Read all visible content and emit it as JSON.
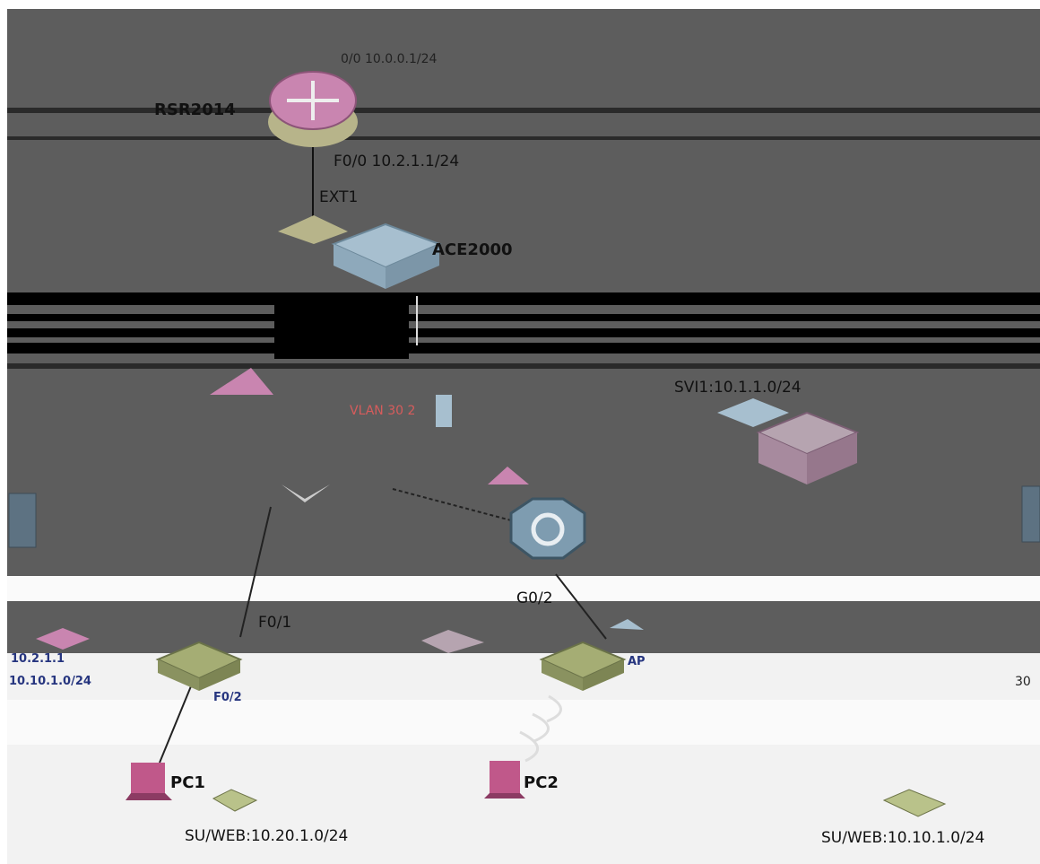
{
  "colors": {
    "background_top": "#5d5d5d",
    "background_bottom": "#f2f2f2",
    "router_body": "#c985b0",
    "router_base": "#b7b48a",
    "ace_body": "#a7bfcf",
    "switch_body": "#a5ad74",
    "core_switch_body": "#b6a4b0",
    "controller_body": "#7e9cb0",
    "pc_body": "#c0588a",
    "link_red": "#d65c5c"
  },
  "nodes": {
    "router": {
      "name": "RSR2014",
      "icon": "router-icon"
    },
    "ace": {
      "name": "ACE2000",
      "icon": "ace-gateway-icon"
    },
    "switch_left": {
      "name": "",
      "icon": "access-switch-icon"
    },
    "switch_right": {
      "name": "",
      "icon": "access-switch-icon"
    },
    "core": {
      "name": "",
      "icon": "core-switch-icon"
    },
    "controller": {
      "name": "",
      "icon": "wireless-controller-icon"
    },
    "pc1": {
      "name": "PC1",
      "icon": "laptop-icon"
    },
    "pc2": {
      "name": "PC2",
      "icon": "laptop-icon"
    }
  },
  "labels": {
    "router_port": "F0/0 10.2.1.1/24",
    "ace_port": "EXT1",
    "ace_side": "ACE2000",
    "vlan_right": "SVI1:10.1.1.0/24",
    "switch_left_port": "F0/1",
    "controller_port": "G0/2",
    "pc1_label": "PC1",
    "pc2_label": "PC2",
    "su_left": "SU/WEB:10.20.1.0/24",
    "su_right": "SU/WEB:10.10.1.0/24",
    "left_vlan": "10.2.1.1",
    "ap_port": "AP",
    "sw_tag": "F0/2",
    "router_top": "0/0 10.0.0.1/24",
    "left_edge": "10.10.1.0/24",
    "left_misc": "VLAN 30 2",
    "right_edge": "30"
  }
}
